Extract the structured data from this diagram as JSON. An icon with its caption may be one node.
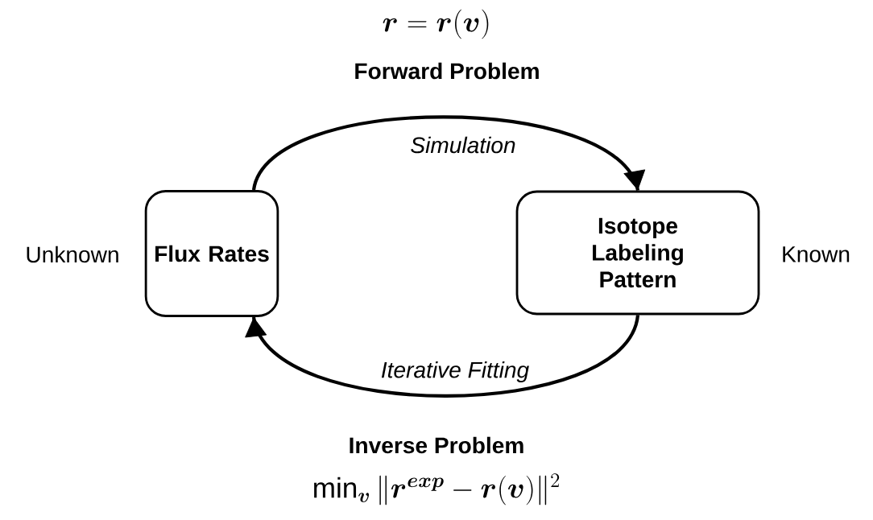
{
  "diagram": {
    "nodes": [
      {
        "text": [
          "Flux Rates"
        ],
        "beside": [
          "Unknown"
        ]
      },
      {
        "text": [
          "Isotope Labeling Pattern"
        ],
        "beside": [
          "Known"
        ]
      }
    ],
    "edges": [
      {
        "from": 0,
        "to": 1,
        "arrow": "to",
        "label": "Simulation"
      },
      {
        "from": 1,
        "to": 0,
        "arrow": "to",
        "label": "Iterative Fitting"
      }
    ],
    "labels": [
      "\\boldsymbol{r}=\\boldsymbol{r}(\\boldsymbol{v})",
      "Forward Problem",
      "Inverse Problem",
      "\\min\\nolimits_{\\boldsymbol{v}}\\|\\boldsymbol{r}^{\\boldsymbol{exp}}-\\boldsymbol{r}(\\boldsymbol{v})\\|^{2}"
    ]
  }
}
